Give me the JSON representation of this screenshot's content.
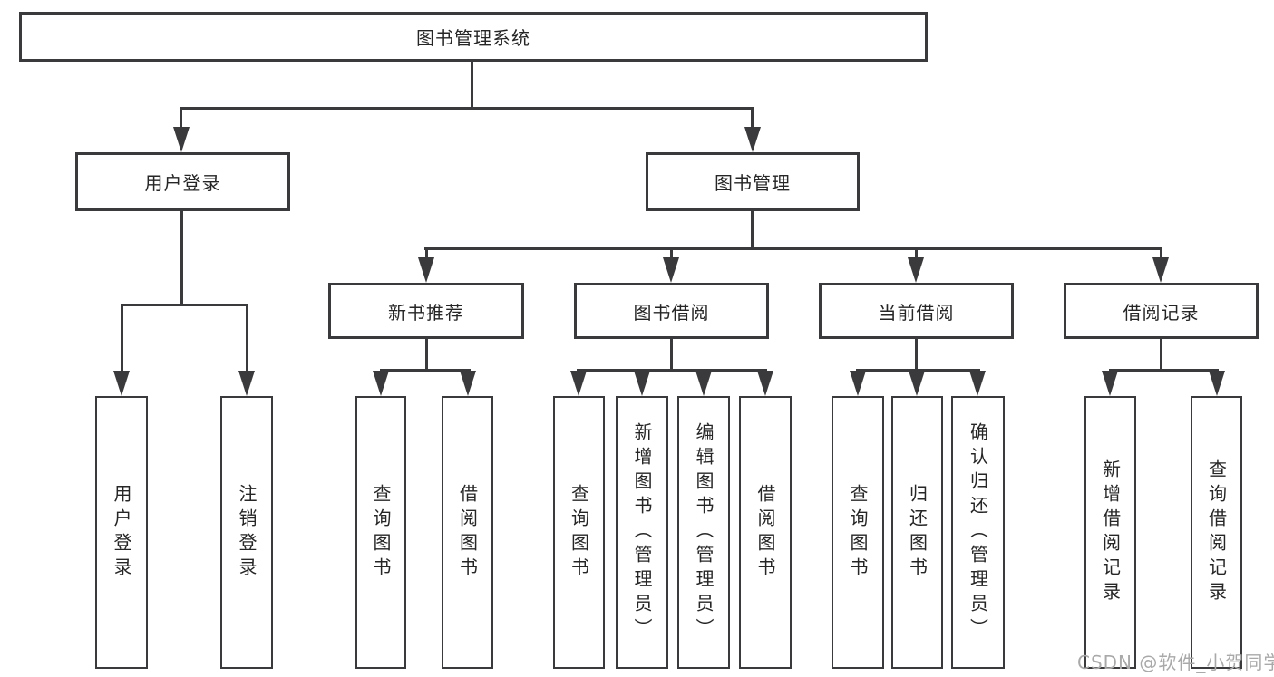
{
  "colors": {
    "line": "#3a3a3c",
    "text": "#262626",
    "box_fill": "#ffffff",
    "watermark": "#a9a9a9"
  },
  "diagram": {
    "root": {
      "label": "图书管理系统"
    },
    "level2": [
      {
        "id": "user-login",
        "label": "用户登录"
      },
      {
        "id": "book-management",
        "label": "图书管理"
      }
    ],
    "level3": [
      {
        "id": "new-book-recommendation",
        "label": "新书推荐",
        "parent": "book-management"
      },
      {
        "id": "book-borrowing",
        "label": "图书借阅",
        "parent": "book-management"
      },
      {
        "id": "current-borrowing",
        "label": "当前借阅",
        "parent": "book-management"
      },
      {
        "id": "borrowing-records",
        "label": "借阅记录",
        "parent": "book-management"
      }
    ],
    "leaves": [
      {
        "id": "leaf-user-login",
        "label": "用户登录",
        "parent": "user-login"
      },
      {
        "id": "leaf-logout",
        "label": "注销登录",
        "parent": "user-login"
      },
      {
        "id": "leaf-query-books-newrec",
        "label": "查询图书",
        "parent": "new-book-recommendation"
      },
      {
        "id": "leaf-borrow-books-newrec",
        "label": "借阅图书",
        "parent": "new-book-recommendation"
      },
      {
        "id": "leaf-query-books-borrowing",
        "label": "查询图书",
        "parent": "book-borrowing"
      },
      {
        "id": "leaf-add-books-admin",
        "label": "新增图书（管理员）",
        "parent": "book-borrowing"
      },
      {
        "id": "leaf-edit-books-admin",
        "label": "编辑图书（管理员）",
        "parent": "book-borrowing"
      },
      {
        "id": "leaf-borrow-books-borrowing",
        "label": "借阅图书",
        "parent": "book-borrowing"
      },
      {
        "id": "leaf-query-books-current",
        "label": "查询图书",
        "parent": "current-borrowing"
      },
      {
        "id": "leaf-return-books",
        "label": "归还图书",
        "parent": "current-borrowing"
      },
      {
        "id": "leaf-confirm-return-admin",
        "label": "确认归还（管理员）",
        "parent": "current-borrowing"
      },
      {
        "id": "leaf-add-borrow-record",
        "label": "新增借阅记录",
        "parent": "borrowing-records"
      },
      {
        "id": "leaf-query-borrow-record",
        "label": "查询借阅记录",
        "parent": "borrowing-records"
      }
    ]
  },
  "watermark": {
    "text": "CSDN @软件_小贺同学"
  }
}
